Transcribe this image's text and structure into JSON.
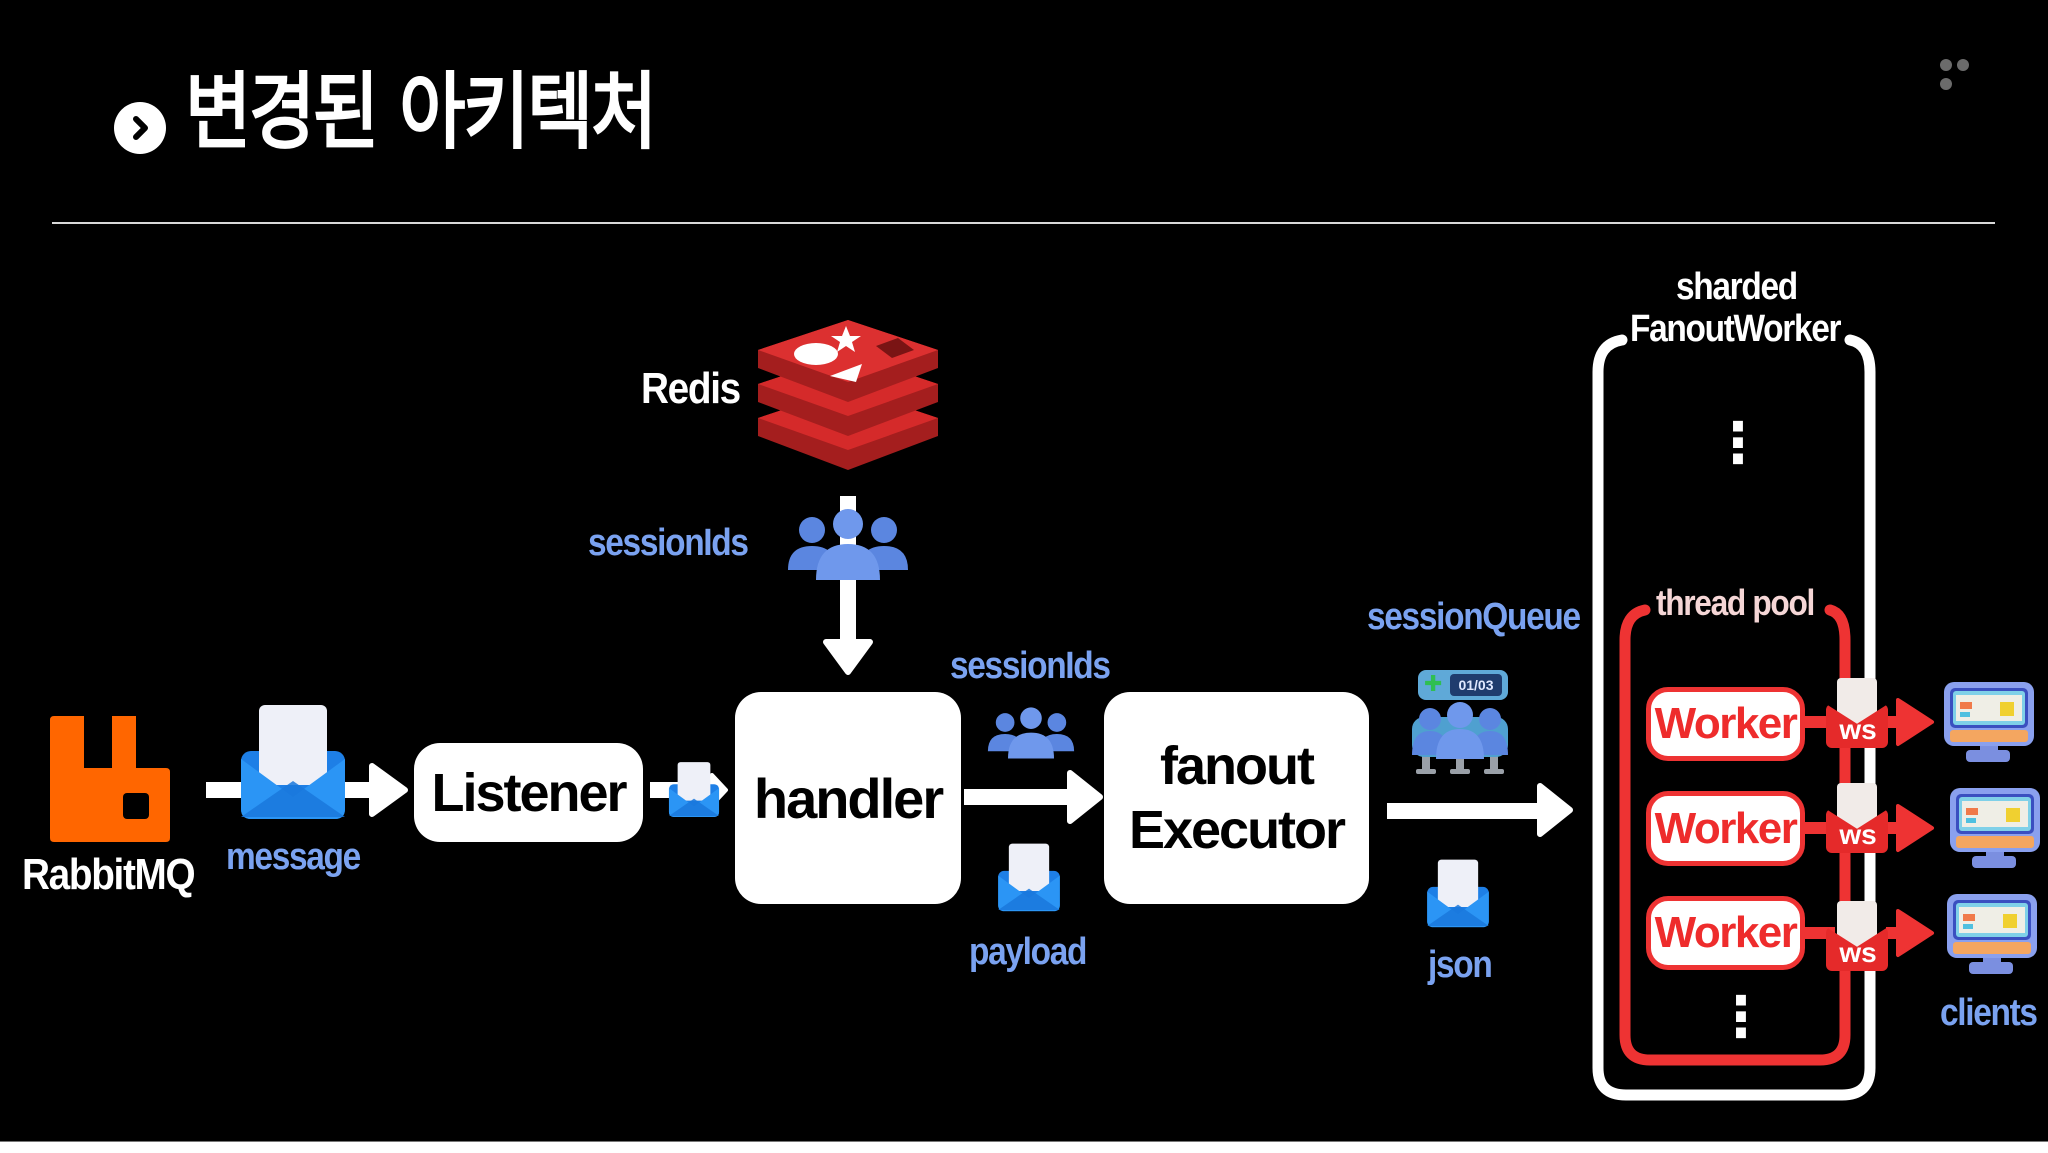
{
  "header": {
    "title": "변경된 아키텍처",
    "title_icon": "chevron-right-circle-icon",
    "more_icon": "more-horizontal-icon"
  },
  "colors": {
    "background": "#000000",
    "label_blue": "#7aa2f0",
    "accent_red": "#ee3333",
    "rabbit_orange": "#ff6600",
    "redis_red": "#d52a2a",
    "envelope_blue": "#1e88f0"
  },
  "diagram": {
    "rabbitmq": {
      "label": "RabbitMQ",
      "icon": "rabbitmq-logo-icon"
    },
    "message": {
      "label": "message",
      "icon": "envelope-icon"
    },
    "listener": {
      "label": "Listener"
    },
    "handler": {
      "label": "handler"
    },
    "redis": {
      "label": "Redis",
      "icon": "redis-logo-icon"
    },
    "redis_output": {
      "label": "sessionIds",
      "icon": "users-group-icon"
    },
    "handler_output": {
      "sessionIds_label": "sessionIds",
      "payload_label": "payload"
    },
    "fanout_executor": {
      "line1": "fanout",
      "line2": "Executor"
    },
    "session_queue": {
      "label": "sessionQueue",
      "counter": "01/03"
    },
    "json": {
      "label": "json"
    },
    "sharded": {
      "line1": "sharded",
      "line2": "FanoutWorker",
      "ellipsis": "⋮"
    },
    "thread_pool": {
      "label": "thread pool",
      "workers": [
        "Worker",
        "Worker",
        "Worker"
      ],
      "ellipsis": "⋮"
    },
    "ws_label": "ws",
    "clients": {
      "label": "clients",
      "count_shown": 3
    }
  }
}
